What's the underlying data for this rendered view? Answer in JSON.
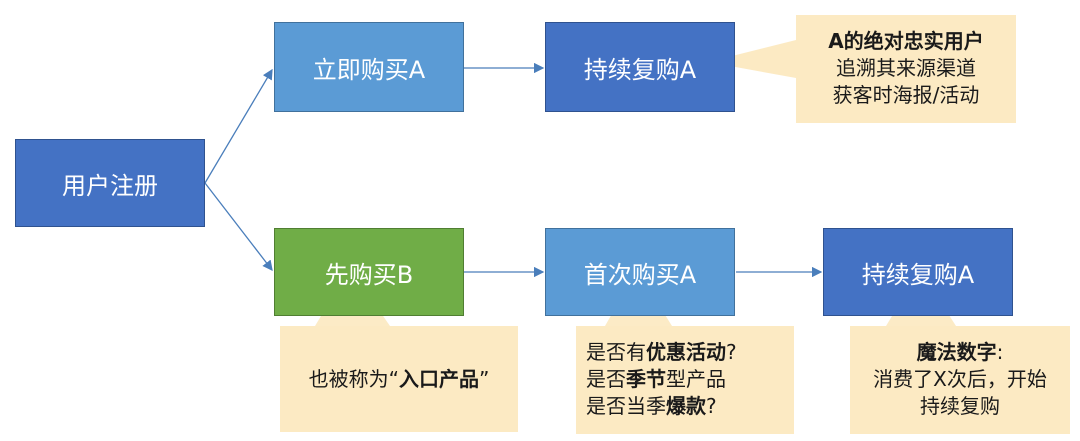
{
  "colors": {
    "dark_box": "#4472c4",
    "light_box": "#5b9bd5",
    "green_box": "#70ad47",
    "callout": "#fce9c0",
    "arrow": "#4a7ebb"
  },
  "nodes": {
    "register": "用户注册",
    "buy_a_now": "立即购买A",
    "repurchase_a_top": "持续复购A",
    "buy_b_first": "先购买B",
    "first_buy_a": "首次购买A",
    "repurchase_a_bottom": "持续复购A"
  },
  "callouts": {
    "loyal": {
      "title": "A的绝对忠实用户",
      "line2": "追溯其来源渠道",
      "line3": "获客时海报/活动"
    },
    "entry": {
      "prefix": "也被称为“",
      "bold": "入口产品",
      "suffix": "”"
    },
    "promo": {
      "l1_a": "是否有",
      "l1_b": "优惠活动",
      "l1_c": "?",
      "l2_a": "是否",
      "l2_b": "季节",
      "l2_c": "型产品",
      "l3_a": "是否当季",
      "l3_b": "爆款",
      "l3_c": "?"
    },
    "magic": {
      "title": "魔法数字",
      "colon": ":",
      "line2": "消费了X次后，开始",
      "line3": "持续复购"
    }
  }
}
